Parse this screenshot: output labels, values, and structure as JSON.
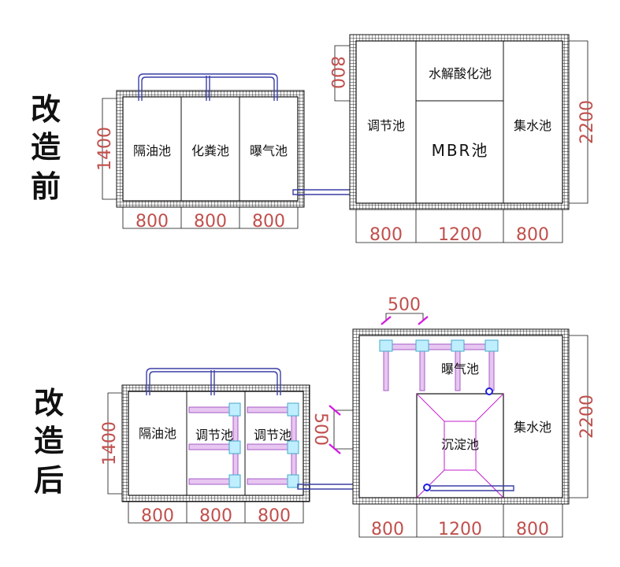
{
  "labels": {
    "before": [
      "改",
      "造",
      "前"
    ],
    "after": [
      "改",
      "造",
      "后"
    ]
  },
  "before": {
    "left_rooms": [
      "隔油池",
      "化粪池",
      "曝气池"
    ],
    "left_widths": [
      "800",
      "800",
      "800"
    ],
    "left_height": "1400",
    "right_rooms": {
      "regulate": "调节池",
      "hydrolysis": "水解酸化池",
      "mbr": "MBR池",
      "collect": "集水池"
    },
    "right_widths": [
      "800",
      "1200",
      "800"
    ],
    "right_height": "2200",
    "right_top_dim": "800"
  },
  "after": {
    "left_rooms": [
      "隔油池",
      "调节池",
      "调节池"
    ],
    "left_widths": [
      "800",
      "800",
      "800"
    ],
    "left_height": "1400",
    "right_rooms": {
      "aeration": "曝气池",
      "settle": "沉淀池",
      "collect": "集水池"
    },
    "right_widths": [
      "800",
      "1200",
      "800"
    ],
    "right_height": "2200",
    "dim_500_top": "500",
    "dim_500_side": "500"
  },
  "colors": {
    "dimension_text": "#c0504d",
    "pipe_blue": "#3b3fa6",
    "pipe_magenta": "#d31adf",
    "pipe_pink": "#e7c6f1",
    "pipe_cyan": "#bfeeff"
  }
}
